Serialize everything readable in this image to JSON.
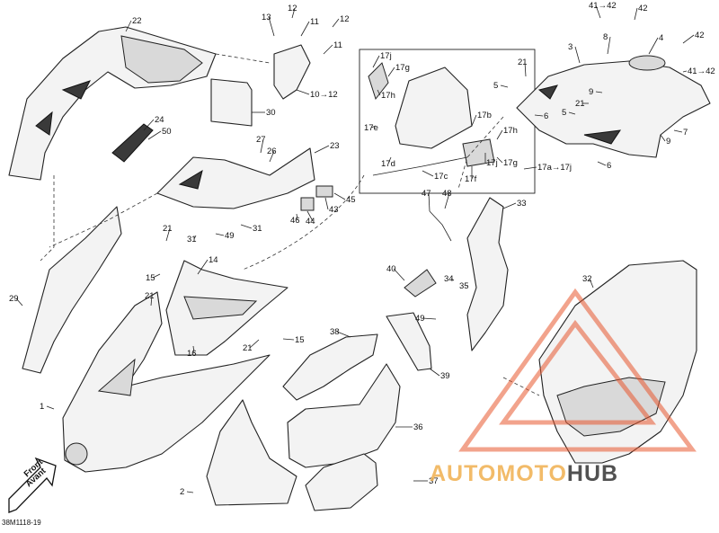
{
  "diagram": {
    "reference_code": "38M1118-19",
    "front_label_line1": "Front",
    "front_label_line2": "Avant",
    "inset_range_label": "17a→17j",
    "callouts": [
      {
        "id": "c1",
        "text": "1"
      },
      {
        "id": "c2",
        "text": "2"
      },
      {
        "id": "c3",
        "text": "3"
      },
      {
        "id": "c4",
        "text": "4"
      },
      {
        "id": "c5a",
        "text": "5"
      },
      {
        "id": "c5b",
        "text": "5"
      },
      {
        "id": "c6a",
        "text": "6"
      },
      {
        "id": "c6b",
        "text": "6"
      },
      {
        "id": "c7",
        "text": "7"
      },
      {
        "id": "c8",
        "text": "8"
      },
      {
        "id": "c9a",
        "text": "9"
      },
      {
        "id": "c9b",
        "text": "9"
      },
      {
        "id": "c10",
        "text": "10→12"
      },
      {
        "id": "c11a",
        "text": "11"
      },
      {
        "id": "c11b",
        "text": "11"
      },
      {
        "id": "c12a",
        "text": "12"
      },
      {
        "id": "c12b",
        "text": "12"
      },
      {
        "id": "c13",
        "text": "13"
      },
      {
        "id": "c14",
        "text": "14"
      },
      {
        "id": "c15a",
        "text": "15"
      },
      {
        "id": "c15b",
        "text": "15"
      },
      {
        "id": "c16",
        "text": "16"
      },
      {
        "id": "c17a",
        "text": "17a→17j"
      },
      {
        "id": "c17b",
        "text": "17b"
      },
      {
        "id": "c17c",
        "text": "17c"
      },
      {
        "id": "c17d",
        "text": "17d"
      },
      {
        "id": "c17e",
        "text": "17e"
      },
      {
        "id": "c17f",
        "text": "17f"
      },
      {
        "id": "c17g1",
        "text": "17g"
      },
      {
        "id": "c17g2",
        "text": "17g"
      },
      {
        "id": "c17h1",
        "text": "17h"
      },
      {
        "id": "c17h2",
        "text": "17h"
      },
      {
        "id": "c17j1",
        "text": "17j"
      },
      {
        "id": "c17j2",
        "text": "17j"
      },
      {
        "id": "c21a",
        "text": "21"
      },
      {
        "id": "c21b",
        "text": "21"
      },
      {
        "id": "c21c",
        "text": "21"
      },
      {
        "id": "c21d",
        "text": "21"
      },
      {
        "id": "c21e",
        "text": "21"
      },
      {
        "id": "c22",
        "text": "22"
      },
      {
        "id": "c23",
        "text": "23"
      },
      {
        "id": "c24",
        "text": "24"
      },
      {
        "id": "c26",
        "text": "26"
      },
      {
        "id": "c27",
        "text": "27"
      },
      {
        "id": "c29",
        "text": "29"
      },
      {
        "id": "c30",
        "text": "30"
      },
      {
        "id": "c31a",
        "text": "31"
      },
      {
        "id": "c31b",
        "text": "31"
      },
      {
        "id": "c32",
        "text": "32"
      },
      {
        "id": "c33",
        "text": "33"
      },
      {
        "id": "c34",
        "text": "34"
      },
      {
        "id": "c35",
        "text": "35"
      },
      {
        "id": "c36",
        "text": "36"
      },
      {
        "id": "c37",
        "text": "37"
      },
      {
        "id": "c38",
        "text": "38"
      },
      {
        "id": "c39",
        "text": "39"
      },
      {
        "id": "c40",
        "text": "40"
      },
      {
        "id": "c41a",
        "text": "41→42"
      },
      {
        "id": "c41b",
        "text": "41→42"
      },
      {
        "id": "c42a",
        "text": "42"
      },
      {
        "id": "c42b",
        "text": "42"
      },
      {
        "id": "c43",
        "text": "43"
      },
      {
        "id": "c44",
        "text": "44"
      },
      {
        "id": "c45",
        "text": "45"
      },
      {
        "id": "c46",
        "text": "46"
      },
      {
        "id": "c47",
        "text": "47"
      },
      {
        "id": "c48",
        "text": "48"
      },
      {
        "id": "c49a",
        "text": "49"
      },
      {
        "id": "c49b",
        "text": "49"
      },
      {
        "id": "c50",
        "text": "50"
      }
    ]
  },
  "watermark": {
    "part1": "AUTOMOTO",
    "part2": "HUB",
    "color_primary": "#e8582f",
    "color_secondary": "#f0b050",
    "color_hub": "#333333"
  }
}
